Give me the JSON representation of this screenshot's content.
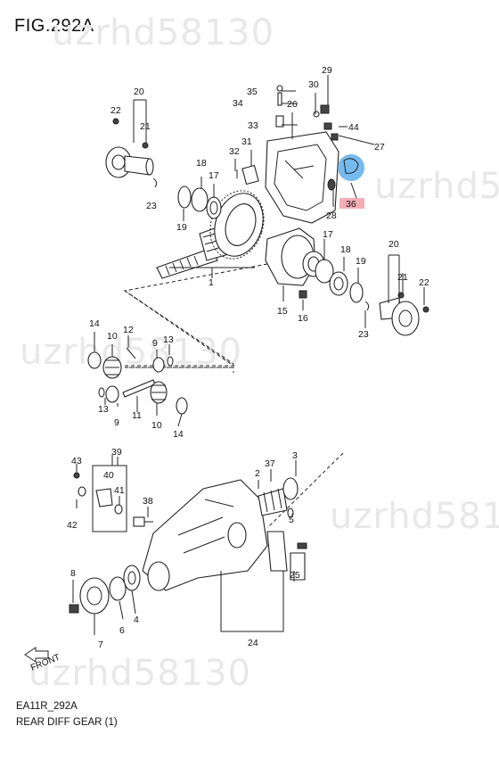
{
  "figure": {
    "title": "FIG.292A",
    "code": "EA11R_292A",
    "name": "REAR DIFF GEAR (1)",
    "front_label": "FRONT"
  },
  "watermark": "uzrhd58130",
  "highlight_color": "#4aa3e8",
  "highlight_label_bg": "#f2a0a8",
  "callouts": [
    {
      "id": "p1",
      "label": "1"
    },
    {
      "id": "p2",
      "label": "2"
    },
    {
      "id": "p3",
      "label": "3"
    },
    {
      "id": "p4",
      "label": "4"
    },
    {
      "id": "p5",
      "label": "5"
    },
    {
      "id": "p6",
      "label": "6"
    },
    {
      "id": "p7",
      "label": "7"
    },
    {
      "id": "p8",
      "label": "8"
    },
    {
      "id": "p9a",
      "label": "9"
    },
    {
      "id": "p9b",
      "label": "9"
    },
    {
      "id": "p10a",
      "label": "10"
    },
    {
      "id": "p10b",
      "label": "10"
    },
    {
      "id": "p11",
      "label": "11"
    },
    {
      "id": "p12",
      "label": "12"
    },
    {
      "id": "p13a",
      "label": "13"
    },
    {
      "id": "p13b",
      "label": "13"
    },
    {
      "id": "p14a",
      "label": "14"
    },
    {
      "id": "p14b",
      "label": "14"
    },
    {
      "id": "p15",
      "label": "15"
    },
    {
      "id": "p16",
      "label": "16"
    },
    {
      "id": "p17a",
      "label": "17"
    },
    {
      "id": "p17b",
      "label": "17"
    },
    {
      "id": "p18a",
      "label": "18"
    },
    {
      "id": "p18b",
      "label": "18"
    },
    {
      "id": "p19a",
      "label": "19"
    },
    {
      "id": "p19b",
      "label": "19"
    },
    {
      "id": "p20a",
      "label": "20"
    },
    {
      "id": "p20b",
      "label": "20"
    },
    {
      "id": "p21a",
      "label": "21"
    },
    {
      "id": "p21b",
      "label": "21"
    },
    {
      "id": "p22a",
      "label": "22"
    },
    {
      "id": "p22b",
      "label": "22"
    },
    {
      "id": "p23a",
      "label": "23"
    },
    {
      "id": "p23b",
      "label": "23"
    },
    {
      "id": "p24",
      "label": "24"
    },
    {
      "id": "p25",
      "label": "25"
    },
    {
      "id": "p26",
      "label": "26"
    },
    {
      "id": "p27",
      "label": "27"
    },
    {
      "id": "p28",
      "label": "28"
    },
    {
      "id": "p29",
      "label": "29"
    },
    {
      "id": "p30",
      "label": "30"
    },
    {
      "id": "p31",
      "label": "31"
    },
    {
      "id": "p32",
      "label": "32"
    },
    {
      "id": "p33",
      "label": "33"
    },
    {
      "id": "p34",
      "label": "34"
    },
    {
      "id": "p35",
      "label": "35"
    },
    {
      "id": "p36",
      "label": "36"
    },
    {
      "id": "p37",
      "label": "37"
    },
    {
      "id": "p38",
      "label": "38"
    },
    {
      "id": "p39",
      "label": "39"
    },
    {
      "id": "p40",
      "label": "40"
    },
    {
      "id": "p41",
      "label": "41"
    },
    {
      "id": "p42",
      "label": "42"
    },
    {
      "id": "p43",
      "label": "43"
    },
    {
      "id": "p44",
      "label": "44"
    }
  ]
}
